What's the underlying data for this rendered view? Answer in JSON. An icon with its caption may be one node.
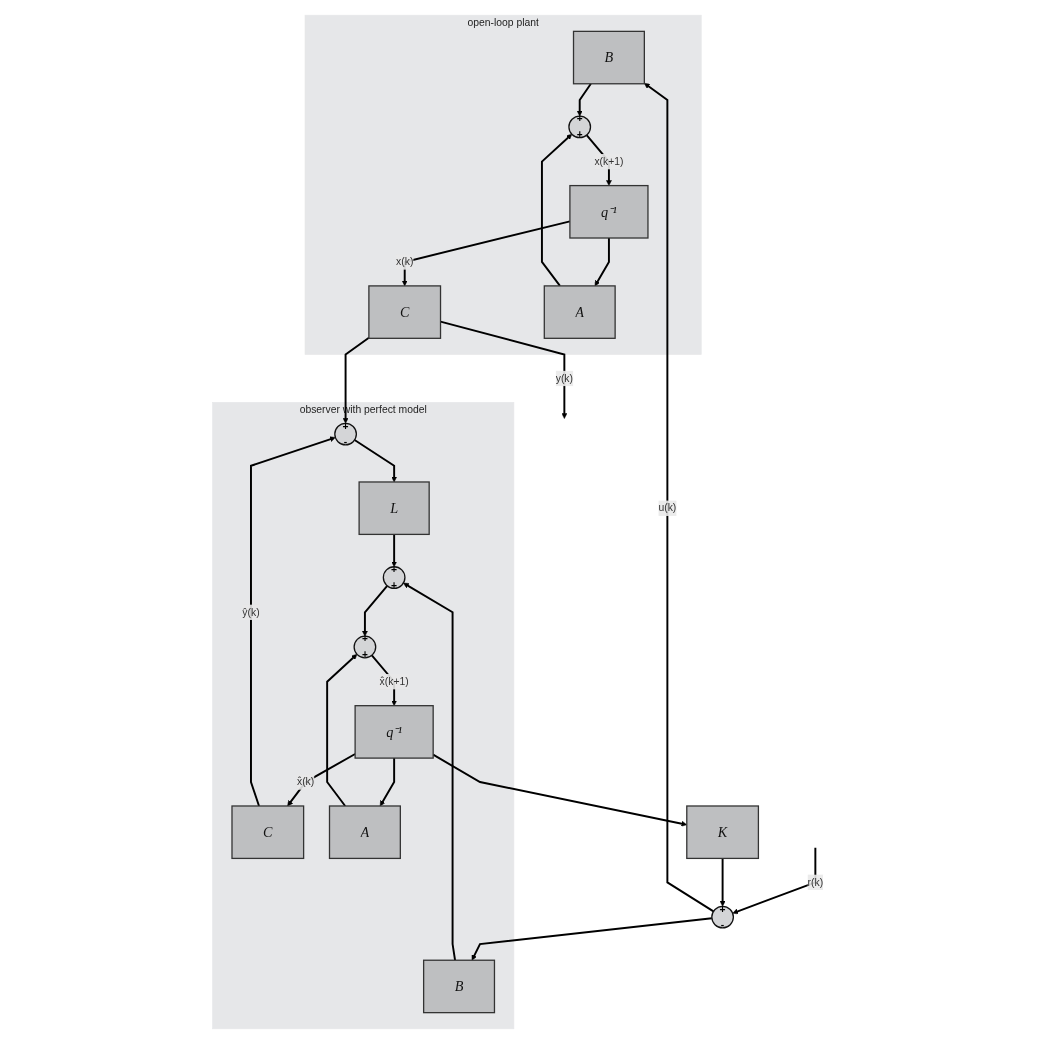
{
  "diagram": {
    "nodes": [
      {
        "text": [
          "open-loop plant"
        ]
      },
      {
        "text": [
          "+",
          "-"
        ]
      },
      {
        "text": [
          "B"
        ],
        "in": 0
      },
      {
        "text": [
          "+",
          "+"
        ],
        "in": 0
      },
      {
        "text": [
          "q⁻¹"
        ],
        "in": 0
      },
      {
        "text": [
          "C"
        ],
        "in": 0
      },
      {
        "text": [
          "A"
        ],
        "in": 0
      },
      {
        "text": [
          "K"
        ]
      },
      {
        "text": [
          "observer with perfect model"
        ]
      },
      {
        "text": [
          "B"
        ],
        "in": 8
      },
      {
        "text": [
          "+",
          "+"
        ],
        "in": 8
      },
      {
        "text": [
          "+",
          "+"
        ],
        "in": 8
      },
      {
        "text": [
          "q⁻¹"
        ],
        "in": 8
      },
      {
        "text": [
          "C"
        ],
        "in": 8
      },
      {
        "text": [
          "+",
          "-"
        ],
        "in": 8
      },
      {
        "text": [
          "A"
        ],
        "in": 8
      },
      {
        "text": [
          "L"
        ],
        "in": 8
      }
    ],
    "edges": [
      {
        "from": null,
        "to": 1,
        "arrow": "to",
        "label": "r(k)"
      },
      {
        "from": 1,
        "to": 2,
        "arrow": "to",
        "label": "u(k)"
      },
      {
        "from": 1,
        "to": 9,
        "arrow": "to"
      },
      {
        "from": 2,
        "to": 3,
        "arrow": "to"
      },
      {
        "from": 3,
        "to": 4,
        "arrow": "to",
        "label": "x(k+1)"
      },
      {
        "from": 4,
        "to": 5,
        "arrow": "to",
        "label": "x(k)"
      },
      {
        "from": 4,
        "to": 6,
        "arrow": "to"
      },
      {
        "from": 6,
        "to": 3,
        "arrow": "to"
      },
      {
        "from": 5,
        "to": null,
        "arrow": "to",
        "label": "y(k)"
      },
      {
        "from": 5,
        "to": 14,
        "arrow": "to"
      },
      {
        "from": 7,
        "to": 1,
        "arrow": "to"
      },
      {
        "from": 9,
        "to": 10,
        "arrow": "to"
      },
      {
        "from": 10,
        "to": 11,
        "arrow": "to"
      },
      {
        "from": 11,
        "to": 12,
        "arrow": "to",
        "label": "x̂(k+1)"
      },
      {
        "from": 12,
        "to": 13,
        "arrow": "to",
        "label": "x̂(k)"
      },
      {
        "from": 12,
        "to": 7,
        "arrow": "to"
      },
      {
        "from": 12,
        "to": 15,
        "arrow": "to"
      },
      {
        "from": 15,
        "to": 11,
        "arrow": "to"
      },
      {
        "from": 13,
        "to": 14,
        "arrow": "to",
        "label": "ŷ(k)"
      },
      {
        "from": 14,
        "to": 16,
        "arrow": "to"
      },
      {
        "from": 16,
        "to": 10,
        "arrow": "to"
      }
    ]
  }
}
